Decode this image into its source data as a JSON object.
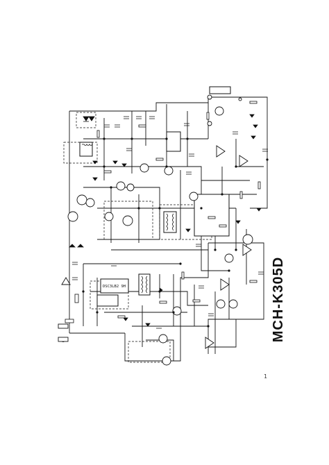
{
  "model": "MCH-K305D",
  "page_mark": "1",
  "ic_labels": {
    "pwm_controller": "DSC3LB2 9H"
  },
  "colors": {
    "ink": "#111111",
    "paper": "#ffffff"
  }
}
